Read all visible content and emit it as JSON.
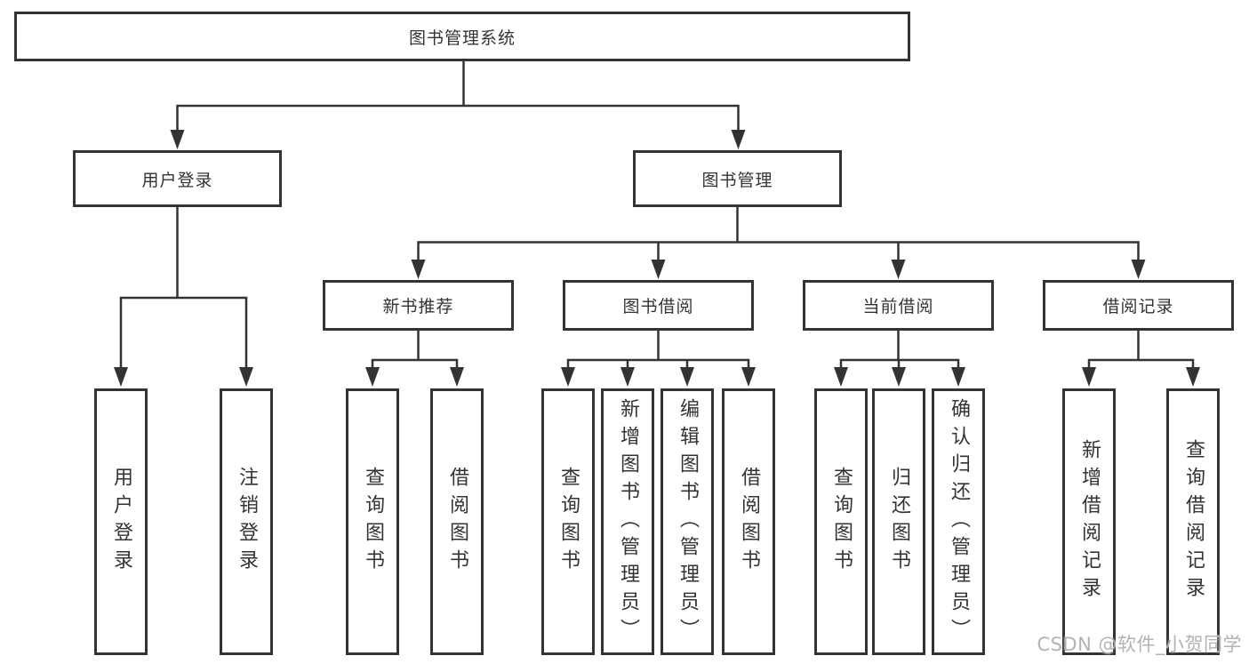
{
  "tree": {
    "root": {
      "label": "图书管理系统"
    },
    "branches": [
      {
        "label": "用户登录",
        "leaves": [
          {
            "label": "用户登录"
          },
          {
            "label": "注销登录"
          }
        ]
      },
      {
        "label": "图书管理",
        "sections": [
          {
            "label": "新书推荐",
            "leaves": [
              {
                "label": "查询图书"
              },
              {
                "label": "借阅图书"
              }
            ]
          },
          {
            "label": "图书借阅",
            "leaves": [
              {
                "label": "查询图书"
              },
              {
                "label": "新增图书（管理员）"
              },
              {
                "label": "编辑图书（管理员）"
              },
              {
                "label": "借阅图书"
              }
            ]
          },
          {
            "label": "当前借阅",
            "leaves": [
              {
                "label": "查询图书"
              },
              {
                "label": "归还图书"
              },
              {
                "label": "确认归还（管理员）"
              }
            ]
          },
          {
            "label": "借阅记录",
            "leaves": [
              {
                "label": "新增借阅记录"
              },
              {
                "label": "查询借阅记录"
              }
            ]
          }
        ]
      }
    ]
  },
  "watermark": {
    "text": "CSDN @软件_小贺同学"
  },
  "colors": {
    "line": "#333333",
    "node_border": "#333333",
    "text": "#333333",
    "background": "#ffffff",
    "watermark": "#b3b3b3"
  }
}
